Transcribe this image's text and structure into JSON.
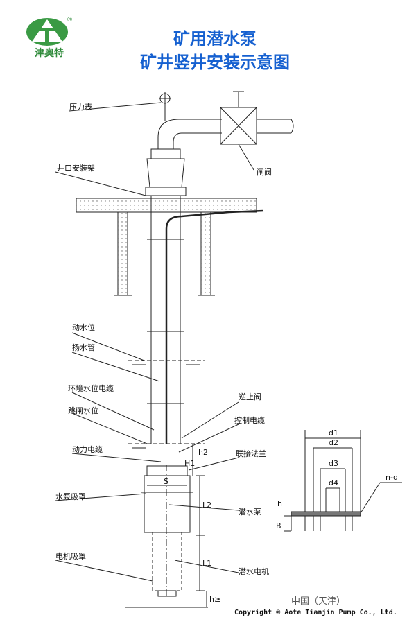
{
  "header": {
    "brand_text": "津奥特",
    "registered_mark": "®",
    "title_line1": "矿用潜水泵",
    "title_line2": "矿井竖井安装示意图"
  },
  "labels": {
    "pressure_gauge": "压力表",
    "wellhead_frame": "井口安装架",
    "gate_valve": "闸阀",
    "dynamic_water_level": "动水位",
    "riser_pipe": "扬水管",
    "env_level_cable": "环境水位电缆",
    "trip_water_level": "跳闸水位",
    "check_valve": "逆止阀",
    "control_cable": "控制电缆",
    "power_cable": "动力电缆",
    "connect_flange": "联接法兰",
    "pump_suction_cover": "水泵吸罩",
    "submersible_pump": "潜水泵",
    "motor_suction_cover": "电机吸罩",
    "submersible_motor": "潜水电机"
  },
  "dimensions": {
    "s": "S",
    "l2": "L2",
    "l1": "L1",
    "h1": "H1",
    "h2": "h2",
    "hm": "h≥",
    "d1": "d1",
    "d2": "d2",
    "d3": "d3",
    "d4": "d4",
    "nd": "n-d",
    "h": "h",
    "b": "B"
  },
  "footer": {
    "origin": "中国（天津）",
    "copyright": "Copyright ©  Aote Tianjin Pump Co., Ltd."
  }
}
